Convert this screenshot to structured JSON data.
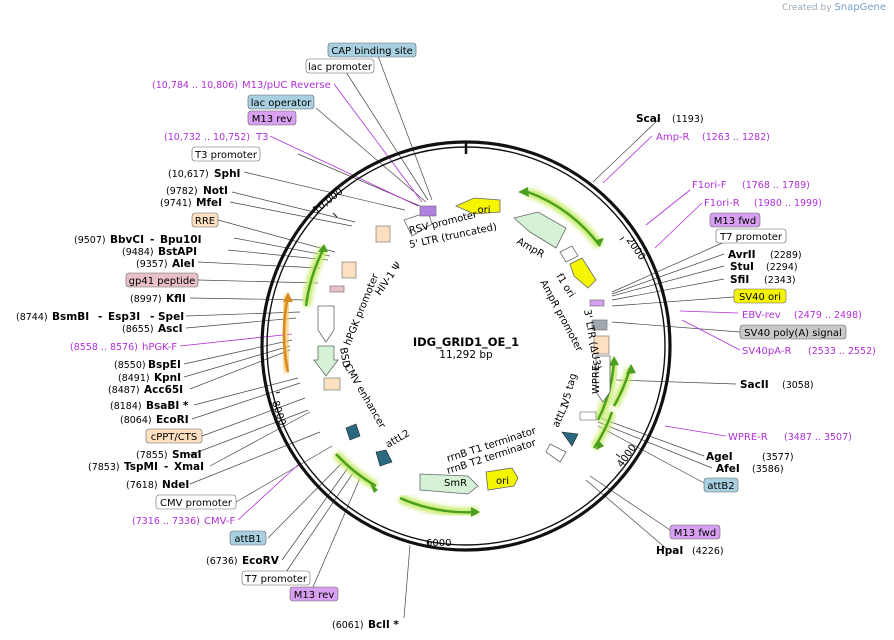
{
  "credit": {
    "prefix": "Created by",
    "brand": "SnapGene"
  },
  "plasmid": {
    "name": "IDG_GRID1_OE_1",
    "size": "11,292 bp"
  },
  "ticks": [
    "10,000",
    "2000",
    "4000",
    "6000",
    "8000"
  ],
  "right_labels": {
    "scai": "ScaI",
    "scai_pos": "(1193)",
    "ampr": "Amp-R",
    "ampr_pos": "(1263 .. 1282)",
    "f1orif": "F1ori-F",
    "f1orif_pos": "(1768 .. 1789)",
    "f1orir": "F1ori-R",
    "f1orir_pos": "(1980 .. 1999)",
    "m13fwd": "M13 fwd",
    "t7prom": "T7 promoter",
    "avrii": "AvrII",
    "avrii_pos": "(2289)",
    "stui": "StuI",
    "stui_pos": "(2294)",
    "sfii": "SfiI",
    "sfii_pos": "(2343)",
    "sv40ori": "SV40 ori",
    "ebvrev": "EBV-rev",
    "ebvrev_pos": "(2479 .. 2498)",
    "sv40polya": "SV40 poly(A) signal",
    "sv40par": "SV40pA-R",
    "sv40par_pos": "(2533 .. 2552)",
    "sacii": "SacII",
    "sacii_pos": "(3058)",
    "wprer": "WPRE-R",
    "wprer_pos": "(3487 .. 3507)",
    "agei": "AgeI",
    "agei_pos": "(3577)",
    "afei": "AfeI",
    "afei_pos": "(3586)",
    "attb2": "attB2",
    "m13fwd2": "M13 fwd",
    "hpai": "HpaI",
    "hpai_pos": "(4226)"
  },
  "top_labels": {
    "cap": "CAP binding site",
    "lacprom": "lac promoter",
    "m13puc": "M13/pUC Reverse",
    "m13puc_pos": "(10,784 .. 10,806)",
    "lacop": "lac operator",
    "m13rev": "M13 rev",
    "t3": "T3",
    "t3_pos": "(10,732 .. 10,752)",
    "t3prom": "T3 promoter",
    "sphi": "SphI",
    "sphi_pos": "(10,617)"
  },
  "left_labels": {
    "noti": "NotI",
    "noti_pos": "(9782)",
    "mfei": "MfeI",
    "mfei_pos": "(9741)",
    "rre": "RRE",
    "bbvci": "BbvCI",
    "bbvci_pos": "(9507)",
    "bpu10i": "Bpu10I",
    "bstapi": "BstAPI",
    "bstapi_pos": "(9484)",
    "alei": "AleI",
    "alei_pos": "(9357)",
    "gp41": "gp41 peptide",
    "kfli": "KflI",
    "kfli_pos": "(8997)",
    "bsmbi": "BsmBI",
    "bsmbi_pos": "(8744)",
    "esp3i": "Esp3I",
    "spei": "SpeI",
    "asci": "AscI",
    "asci_pos": "(8655)",
    "hpgkf": "hPGK-F",
    "hpgkf_pos": "(8558 .. 8576)",
    "bspei": "BspEI",
    "bspei_pos": "(8550)",
    "kpni": "KpnI",
    "kpni_pos": "(8491)",
    "acc65i": "Acc65I",
    "acc65i_pos": "(8487)",
    "bsabi": "BsaBI *",
    "bsabi_pos": "(8184)",
    "ecori": "EcoRI",
    "ecori_pos": "(8064)",
    "cppt": "cPPT/CTS",
    "smai": "SmaI",
    "smai_pos": "(7855)",
    "tspmi": "TspMI",
    "tspmi_pos": "(7853)",
    "xmai": "XmaI",
    "ndei": "NdeI",
    "ndei_pos": "(7618)",
    "cmvprom": "CMV promoter",
    "cmvf": "CMV-F",
    "cmvf_pos": "(7316 .. 7336)",
    "attb1": "attB1",
    "ecorv": "EcoRV",
    "ecorv_pos": "(6736)",
    "t7prom2": "T7 promoter",
    "m13rev2": "M13 rev",
    "bcli": "BclI *",
    "bcli_pos": "(6061)"
  },
  "inner_labels": {
    "rsv": "RSV promoter",
    "ltr5": "5' LTR (truncated)",
    "ori1": "ori",
    "ampr": "AmpR",
    "ampr_prom": "AmpR promoter",
    "f1ori": "f1 ori",
    "ltr3": "3' LTR (ΔU3)",
    "wpre": "WPRE",
    "v5": "V5 tag",
    "attl1": "attL1",
    "rrnb1": "rrnB T1 terminator",
    "rrnb2": "rrnB T2 terminator",
    "smr": "SmR",
    "ori2": "ori",
    "attl2": "attL2",
    "cmvenh": "CMV enhancer",
    "bsd": "BSD",
    "hpgk": "hPGK promoter",
    "hiv": "HIV-1 Ψ"
  },
  "colors": {
    "primer": "#b030d8",
    "green_arrow": "#3a9a1a",
    "yellow": "#f5f500",
    "blue_box": "#a8d0e0",
    "purple_box": "#d8a0f0",
    "peach": "#fde0c0",
    "pink": "#e8c0c8",
    "gray": "#c8c8c8"
  }
}
